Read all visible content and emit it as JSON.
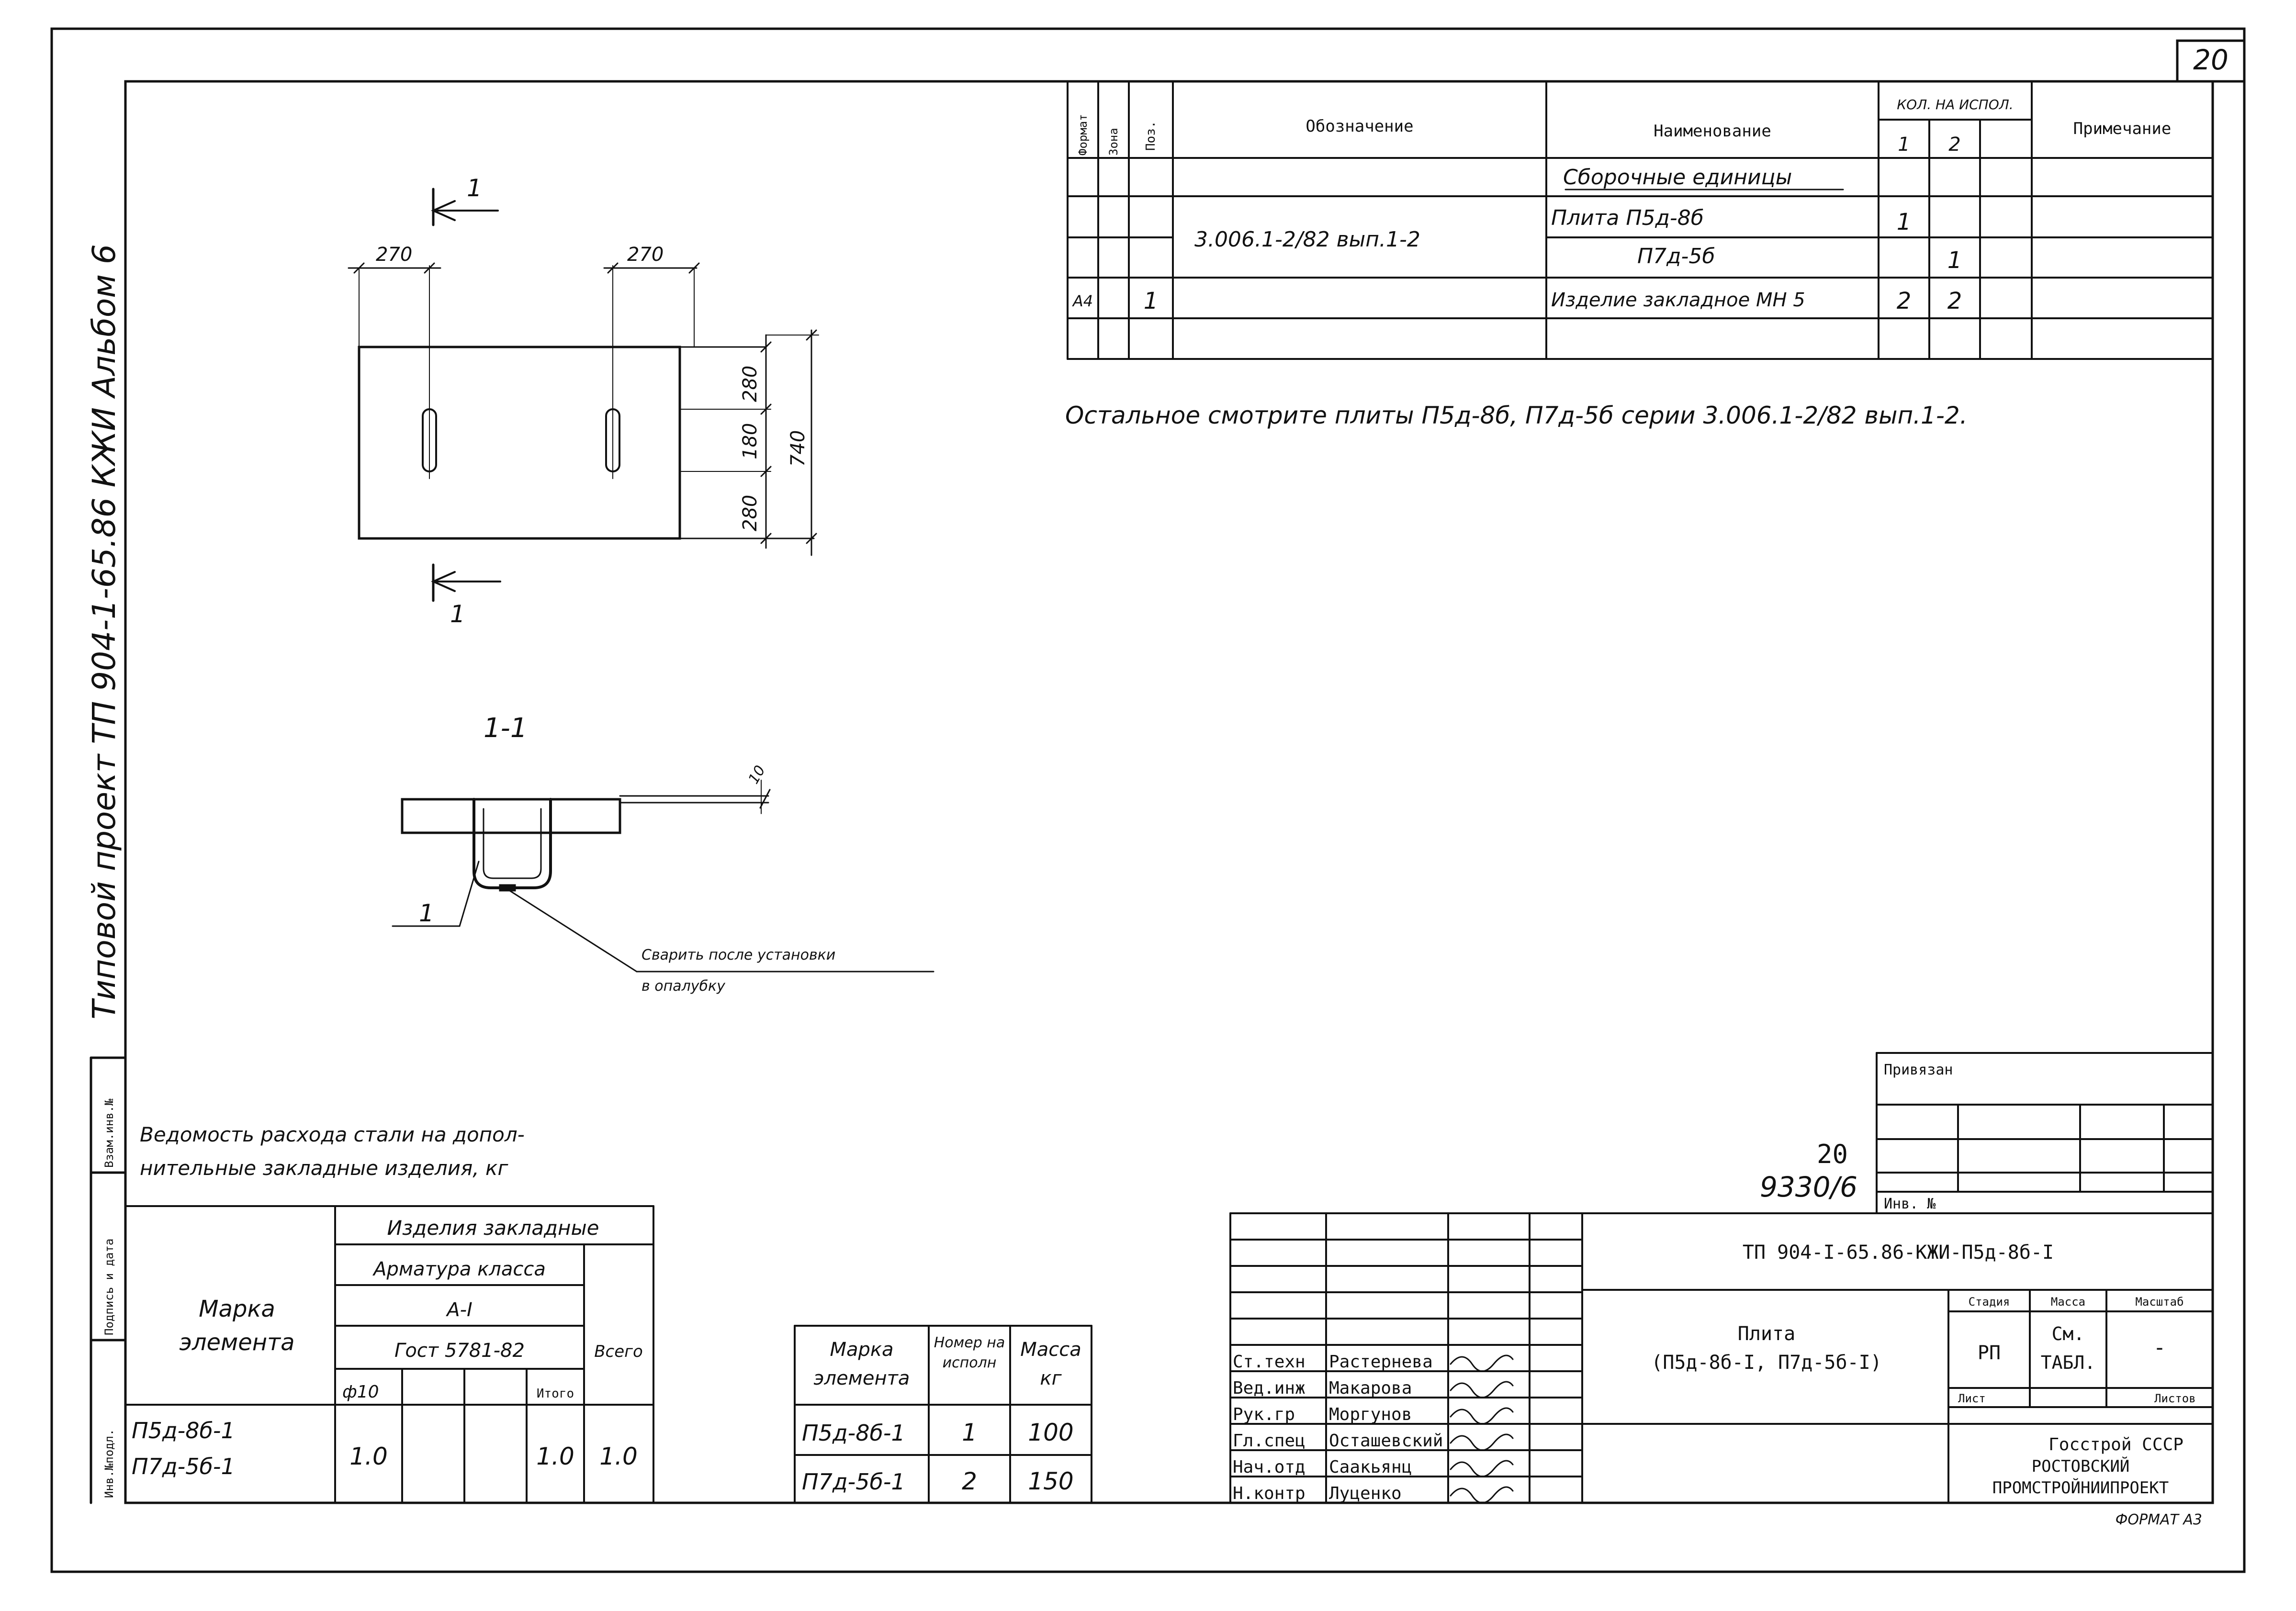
{
  "sheet": {
    "sheet_number": "20",
    "format_label": "ФОРМАТ А3",
    "stamp_number_top": "20",
    "stamp_number_bottom": "9330/6"
  },
  "side_title": "Типовой проект ТП 904-1-65.86 КЖИ Альбом 6",
  "side_cells": [
    "Инв.№подл.",
    "Подпись и дата",
    "Взам.инв.№"
  ],
  "spec_table": {
    "headers": {
      "format": "Формат",
      "zone": "Зона",
      "pos": "Поз.",
      "designation": "Обозначение",
      "name": "Наименование",
      "qty_group": "КОЛ. НА ИСПОЛ.",
      "qty1": "1",
      "qty2": "2",
      "note": "Примечание"
    },
    "section": "Сборочные единицы",
    "designation_value": "3.006.1-2/82 вып.1-2",
    "rows": [
      {
        "format": "",
        "pos": "",
        "name": "Плита П5д-8б",
        "qty1": "1",
        "qty2": ""
      },
      {
        "format": "",
        "pos": "",
        "name": "П7д-5б",
        "qty1": "",
        "qty2": "1"
      },
      {
        "format": "А4",
        "pos": "1",
        "name": "Изделие закладное МН 5",
        "qty1": "2",
        "qty2": "2"
      }
    ]
  },
  "note_text": "Остальное смотрите плиты П5д-8б, П7д-5б серии 3.006.1-2/82 вып.1-2.",
  "plan_drawing": {
    "section_mark": "1",
    "dim_270_left": "270",
    "dim_270_right": "270",
    "dim_280_top": "280",
    "dim_180": "180",
    "dim_280_bottom": "280",
    "dim_740": "740"
  },
  "section_drawing": {
    "title": "1-1",
    "dim_10": "10",
    "leader_1": "1",
    "weld_note_line1": "Сварить после установки",
    "weld_note_line2": "в опалубку"
  },
  "steel_statement": {
    "title_line1": "Ведомость расхода стали на допол-",
    "title_line2": "нительные закладные изделия, кг",
    "header_mark": "Марка элемента",
    "header_items": "Изделия закладные",
    "header_rebar": "Арматура класса",
    "header_class": "А-I",
    "header_gost": "Гост 5781-82",
    "header_diam": "ф10",
    "header_itogo": "Итого",
    "header_total": "Всего",
    "rows": [
      {
        "mark1": "П5д-8б-1",
        "mark2": "П7д-5б-1",
        "d10": "1.0",
        "itogo": "1.0",
        "total": "1.0"
      }
    ]
  },
  "mass_table": {
    "header_mark": "Марка элемента",
    "header_variant": "Номер на исполн",
    "header_mass": "Масса кг",
    "rows": [
      {
        "mark": "П5д-8б-1",
        "variant": "1",
        "mass": "100"
      },
      {
        "mark": "П7д-5б-1",
        "variant": "2",
        "mass": "150"
      }
    ]
  },
  "title_block": {
    "privyazan": "Привязан",
    "inv_no": "Инв. №",
    "doc_code": "ТП 904-I-65.86-КЖИ-П5д-8б-I",
    "title_line1": "Плита",
    "title_line2": "(П5д-8б-I, П7д-5б-I)",
    "stage_label": "Стадия",
    "mass_label": "Масса",
    "scale_label": "Масштаб",
    "stage_value": "РП",
    "mass_value_1": "См.",
    "mass_value_2": "ТАБЛ.",
    "scale_value": "-",
    "sheet_label": "Лист",
    "sheets_label": "Листов",
    "org_line1": "Госстрой СССР",
    "org_line2": "РОСТОВСКИЙ",
    "org_line3": "ПРОМСТРОЙНИИПРОЕКТ",
    "signatures": [
      {
        "role": "Ст.техн",
        "name": "Растернева"
      },
      {
        "role": "Вед.инж",
        "name": "Макарова"
      },
      {
        "role": "Рук.гр",
        "name": "Моргунов"
      },
      {
        "role": "Гл.спец",
        "name": "Осташевский"
      },
      {
        "role": "Нач.отд",
        "name": "Саакьянц"
      },
      {
        "role": "Н.контр",
        "name": "Луценко"
      }
    ]
  }
}
